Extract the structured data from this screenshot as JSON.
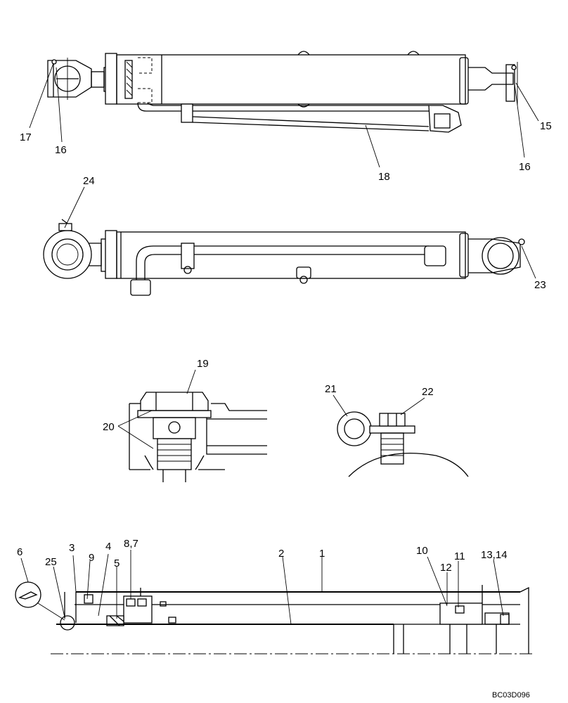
{
  "drawing_code": "BC03D096",
  "callouts": {
    "c1": "1",
    "c2": "2",
    "c3": "3",
    "c4": "4",
    "c5": "5",
    "c6": "6",
    "c8_7": "8,7",
    "c9": "9",
    "c10": "10",
    "c11": "11",
    "c12": "12",
    "c13_14": "13,14",
    "c15": "15",
    "c16a": "16",
    "c16b": "16",
    "c17": "17",
    "c18": "18",
    "c19": "19",
    "c20": "20",
    "c21": "21",
    "c22": "22",
    "c23": "23",
    "c24": "24",
    "c25": "25"
  }
}
